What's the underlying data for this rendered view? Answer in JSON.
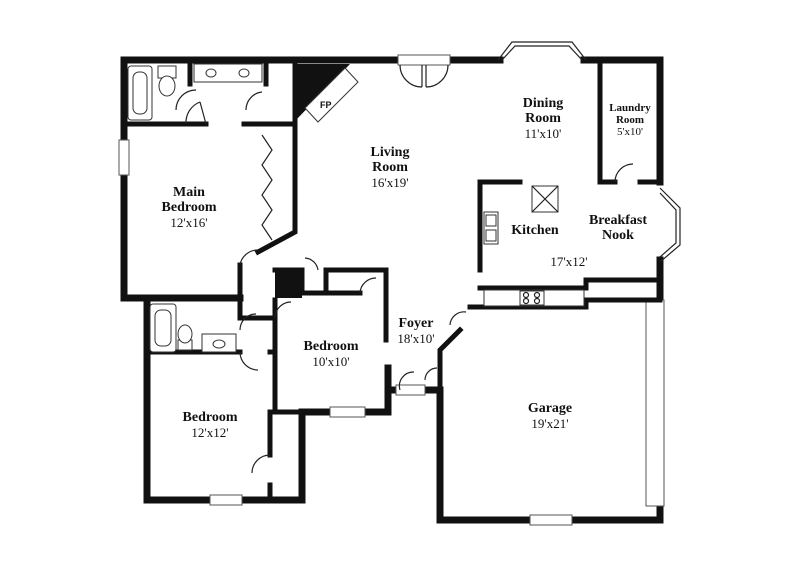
{
  "rooms": {
    "dining": {
      "name": "Dining\nRoom",
      "dim": "11'x10'"
    },
    "laundry": {
      "name": "Laundry\nRoom",
      "dim": "5'x10'"
    },
    "living": {
      "name": "Living\nRoom",
      "dim": "16'x19'"
    },
    "main_bed": {
      "name": "Main\nBedroom",
      "dim": "12'x16'"
    },
    "kitchen": {
      "name": "Kitchen"
    },
    "breakfast": {
      "name": "Breakfast\nNook",
      "dim": "17'x12'"
    },
    "foyer": {
      "name": "Foyer",
      "dim": "18'x10'"
    },
    "bedroom2": {
      "name": "Bedroom",
      "dim": "10'x10'"
    },
    "bedroom3": {
      "name": "Bedroom",
      "dim": "12'x12'"
    },
    "garage": {
      "name": "Garage",
      "dim": "19'x21'"
    }
  },
  "fireplace_label": "FP",
  "colors": {
    "wall": "#111111",
    "background": "#ffffff"
  }
}
